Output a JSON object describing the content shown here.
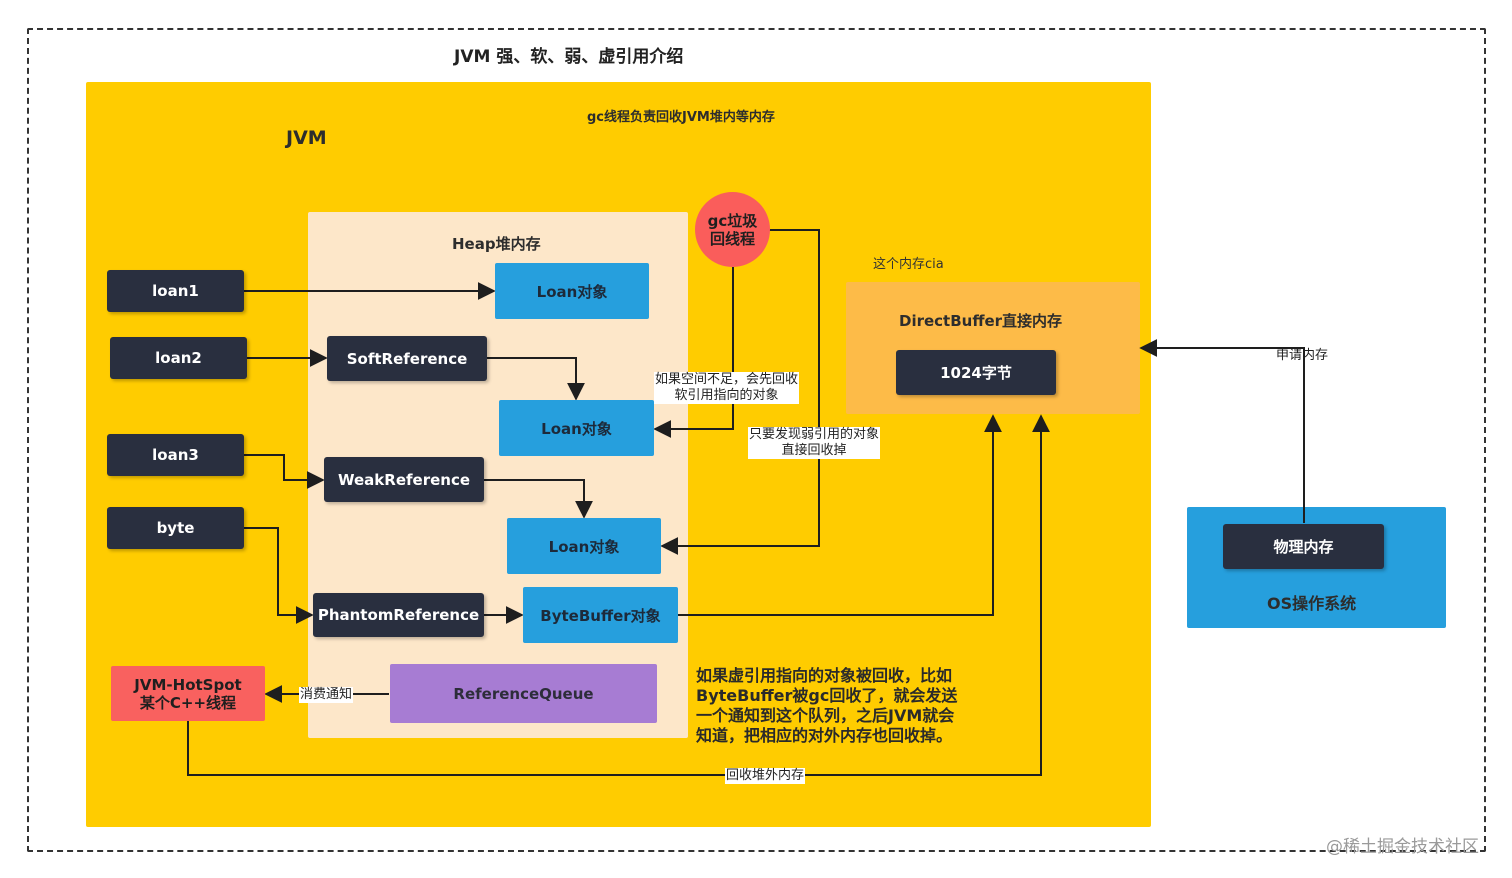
{
  "title": "JVM 强、软、弱、虚引用介绍",
  "jvm": {
    "label": "JVM",
    "gc_note": "gc线程负责回收JVM堆内等内存"
  },
  "heap": {
    "label": "Heap堆内存"
  },
  "refs": {
    "loan1": "loan1",
    "loan2": "loan2",
    "loan3": "loan3",
    "byte": "byte",
    "soft": "SoftReference",
    "weak": "WeakReference",
    "phantom": "PhantomReference"
  },
  "objects": {
    "loan_1": "Loan对象",
    "loan_2": "Loan对象",
    "loan_3": "Loan对象",
    "bytebuffer": "ByteBuffer对象",
    "queue": "ReferenceQueue"
  },
  "gc_thread": {
    "line1": "gc垃圾",
    "line2": "回线程"
  },
  "hotspot": {
    "line1": "JVM-HotSpot",
    "line2": "某个C++线程"
  },
  "direct": {
    "caption": "这个内存cia",
    "label": "DirectBuffer直接内存",
    "size": "1024字节"
  },
  "os": {
    "label": "OS操作系统",
    "physical": "物理内存"
  },
  "edge_labels": {
    "soft_gc": {
      "line1": "如果空间不足，会先回收",
      "line2": "软引用指向的对象"
    },
    "weak_gc": {
      "line1": "只要发现弱引用的对象",
      "line2": "直接回收掉"
    },
    "notify": "消费通知",
    "apply": "申请内存",
    "reclaim": "回收堆外内存"
  },
  "note": {
    "line1": "如果虚引用指向的对象被回收，比如",
    "line2": "ByteBuffer被gc回收了，就会发送",
    "line3": "一个通知到这个队列，之后JVM就会",
    "line4": "知道，把相应的对外内存也回收掉。"
  },
  "watermark": "@稀土掘金技术社区",
  "colors": {
    "jvm_bg": "#ffcc00",
    "heap_bg": "#fde7c9",
    "dark_box": "#292f3f",
    "blue_box": "#269fdd",
    "purple_box": "#a77cd3",
    "red_box": "#f9615f",
    "direct_bg": "#fdbb48"
  }
}
